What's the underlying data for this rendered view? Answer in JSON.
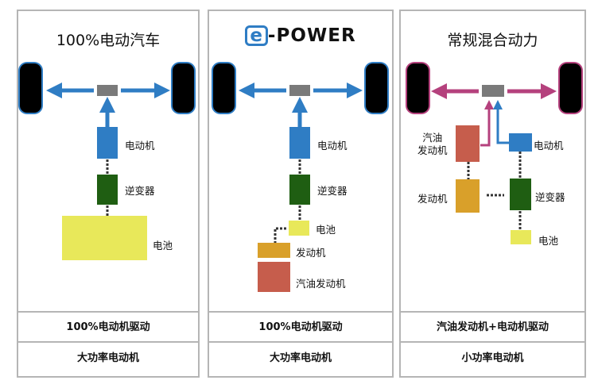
{
  "panels": [
    {
      "title": "100%电动汽车",
      "motor": "电动机",
      "inverter": "逆变器",
      "battery": "电池",
      "row1": "100%电动机驱动",
      "row2": "大功率电动机"
    },
    {
      "title": "e-POWER",
      "logo_e": "e",
      "logo_rest": "-POWER",
      "motor": "电动机",
      "inverter": "逆变器",
      "battery": "电池",
      "generator": "发动机",
      "engine": "汽油发动机",
      "row1": "100%电动机驱动",
      "row2": "大功率电动机"
    },
    {
      "title": "常规混合动力",
      "engine": "汽油\n发动机",
      "engine_l1": "汽油",
      "engine_l2": "发动机",
      "motor": "电动机",
      "generator": "发动机",
      "inverter": "逆变器",
      "battery": "电池",
      "row1": "汽油发动机+电动机驱动",
      "row2": "小功率电动机"
    }
  ],
  "colors": {
    "blue": "#2f7dc4",
    "green": "#1f5e12",
    "yellow": "#e8e85a",
    "orange": "#d9a02a",
    "red": "#c65d4c",
    "gray": "#7a7a7a",
    "magenta": "#b5417d",
    "wheel_ev": "#2f7dc4",
    "wheel_hybrid": "#b5417d"
  }
}
